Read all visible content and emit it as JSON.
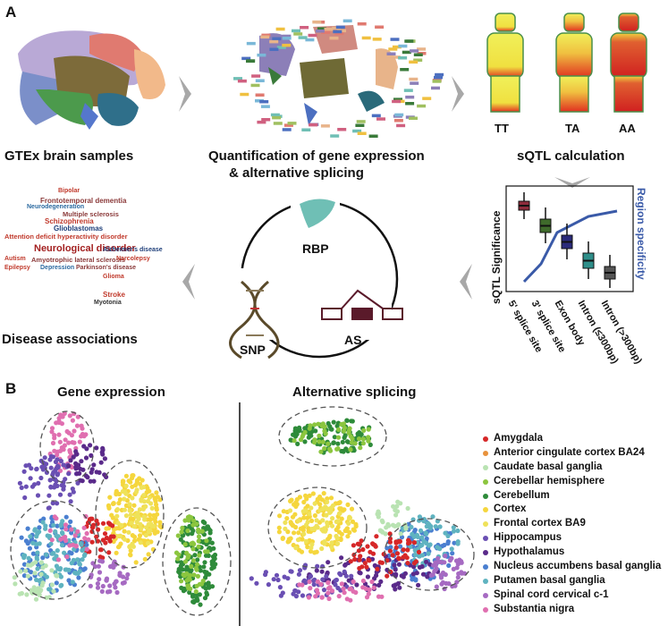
{
  "panels": {
    "a": "A",
    "b": "B"
  },
  "captions": {
    "brain": "GTEx brain samples",
    "quant_line1": "Quantification of gene expression",
    "quant_line2": "& alternative splicing",
    "sqtl": "sQTL calculation",
    "disease": "Disease associations"
  },
  "genotypes": [
    "TT",
    "TA",
    "AA"
  ],
  "cycle": {
    "rbp": "RBP",
    "snp": "SNP",
    "as": "AS"
  },
  "boxplot": {
    "ylabel": "sQTL Significance",
    "ylabel_right": "Region specificity",
    "categories": [
      "5' splice site",
      "3' splice site",
      "Exon body",
      "Intron (≤300bp)",
      "Intron (>300bp)"
    ],
    "colors": [
      "#8e2c3c",
      "#3f6b2b",
      "#2a2a7a",
      "#2f8f8a",
      "#555555"
    ]
  },
  "word_cloud": [
    {
      "text": "Bipolar",
      "c": "#c0392b"
    },
    {
      "text": "Frontotemporal dementia",
      "c": "#8b3a3a"
    },
    {
      "text": "Neurodegeneration",
      "c": "#2c6aa0"
    },
    {
      "text": "Multiple sclerosis",
      "c": "#8b3a3a"
    },
    {
      "text": "Schizophrenia",
      "c": "#c0392b"
    },
    {
      "text": "Glioblastomas",
      "c": "#1f3f7a"
    },
    {
      "text": "Attention deficit hyperactivity disorder",
      "c": "#c0392b"
    },
    {
      "text": "Neurological disorder",
      "c": "#a32020"
    },
    {
      "text": "Autism",
      "c": "#c0392b"
    },
    {
      "text": "Amyotrophic lateral sclerosis",
      "c": "#8b3a3a"
    },
    {
      "text": "Narcolepsy",
      "c": "#c0392b"
    },
    {
      "text": "Epilepsy",
      "c": "#c0392b"
    },
    {
      "text": "Depression",
      "c": "#2c6aa0"
    },
    {
      "text": "Parkinson's disease",
      "c": "#8b3a3a"
    },
    {
      "text": "Alzheimer's disease",
      "c": "#1f3f7a"
    },
    {
      "text": "Glioma",
      "c": "#c0392b"
    },
    {
      "text": "Stroke",
      "c": "#c0392b"
    },
    {
      "text": "Myotonia",
      "c": "#333333"
    }
  ],
  "section_b": {
    "gene_expression": "Gene expression",
    "alternative_splicing": "Alternative splicing"
  },
  "legend": [
    {
      "label": "Amygdala",
      "color": "#d62728"
    },
    {
      "label": "Anterior cingulate cortex BA24",
      "color": "#e8923c"
    },
    {
      "label": "Caudate basal ganglia",
      "color": "#b9e3b2"
    },
    {
      "label": "Cerebellar hemisphere",
      "color": "#8cc63f"
    },
    {
      "label": "Cerebellum",
      "color": "#2e8b3a"
    },
    {
      "label": "Cortex",
      "color": "#f5d63d"
    },
    {
      "label": "Frontal cortex BA9",
      "color": "#efe25a"
    },
    {
      "label": "Hippocampus",
      "color": "#6a4fb3"
    },
    {
      "label": "Hypothalamus",
      "color": "#5a2a8a"
    },
    {
      "label": "Nucleus accumbens basal ganglia",
      "color": "#4a7fd0"
    },
    {
      "label": "Putamen basal ganglia",
      "color": "#5fb3c0"
    },
    {
      "label": "Spinal cord cervical c-1",
      "color": "#a66ac2"
    },
    {
      "label": "Substantia nigra",
      "color": "#e06fb0"
    }
  ]
}
